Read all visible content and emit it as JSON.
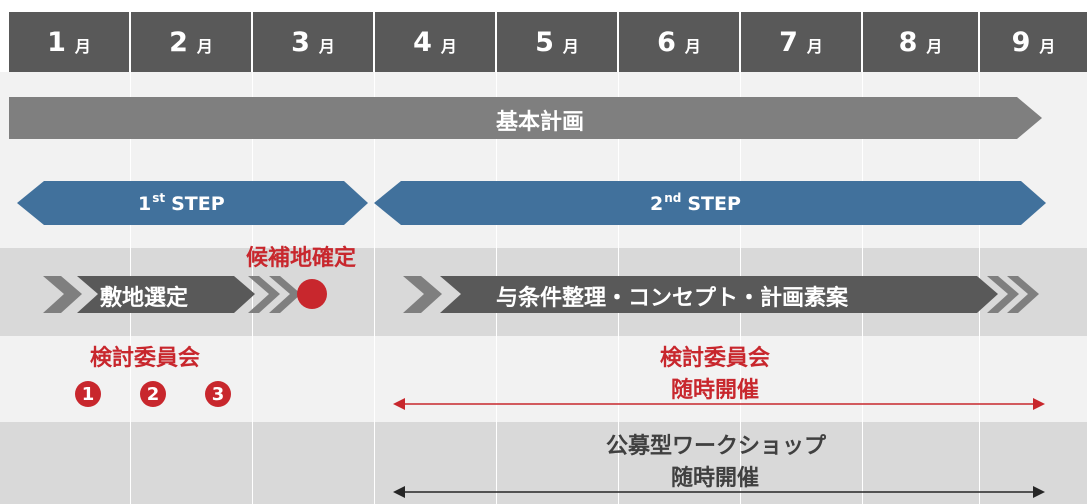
{
  "months": [
    {
      "num": "1",
      "unit": "月"
    },
    {
      "num": "2",
      "unit": "月"
    },
    {
      "num": "3",
      "unit": "月"
    },
    {
      "num": "4",
      "unit": "月"
    },
    {
      "num": "5",
      "unit": "月"
    },
    {
      "num": "6",
      "unit": "月"
    },
    {
      "num": "7",
      "unit": "月"
    },
    {
      "num": "8",
      "unit": "月"
    },
    {
      "num": "9",
      "unit": "月"
    }
  ],
  "basic_plan": {
    "label": "基本計画"
  },
  "steps": {
    "first": {
      "ordinal": "1",
      "suffix": "st",
      "word": "STEP"
    },
    "second": {
      "ordinal": "2",
      "suffix": "nd",
      "word": "STEP"
    }
  },
  "site": {
    "selection_label": "敷地選定",
    "milestone_label": "候補地確定",
    "planning_label": "与条件整理・コンセプト・計画素案"
  },
  "committee": {
    "label_left": "検討委員会",
    "badges": [
      "1",
      "2",
      "3"
    ],
    "label_right": "検討委員会",
    "right_sub": "随時開催"
  },
  "workshop": {
    "label": "公募型ワークショップ",
    "sub": "随時開催"
  },
  "colors": {
    "header": "#595959",
    "basic_plan_arrow": "#7f7f7f",
    "step_arrow": "#41719c",
    "chevron_arrow": "#595959",
    "accent_red": "#c8272d",
    "band_light": "#f2f2f2",
    "band_mid": "#d9d9d9"
  }
}
